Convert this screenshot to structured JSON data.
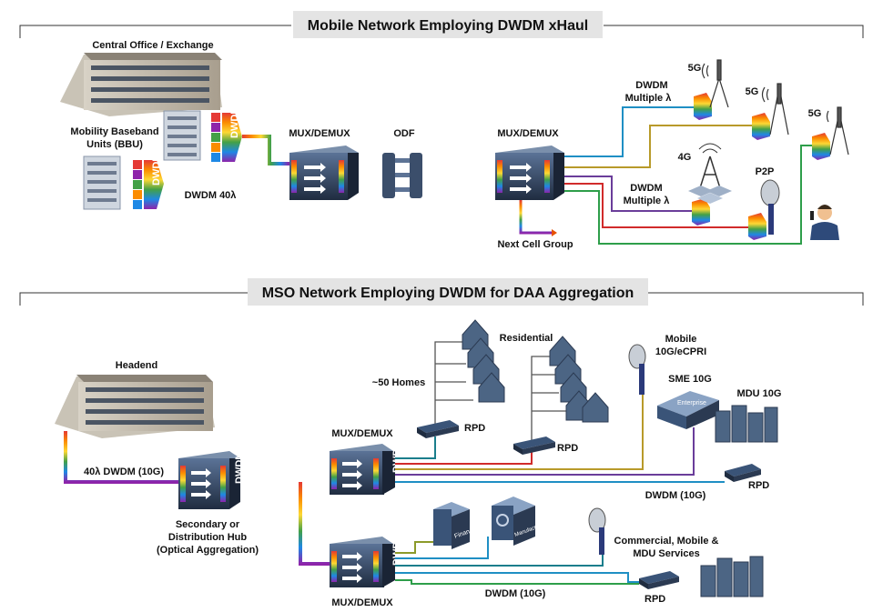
{
  "section1": {
    "title": "Mobile Network Employing DWDM xHaul",
    "labels": {
      "central_office": "Central Office / Exchange",
      "bbu_line1": "Mobility Baseband",
      "bbu_line2": "Units (BBU)",
      "dwdm_40": "DWDM 40λ",
      "mux1": "MUX/DEMUX",
      "odf": "ODF",
      "mux2": "MUX/DEMUX",
      "next_cell": "Next Cell Group",
      "dwdm_multi_top_1": "DWDM",
      "dwdm_multi_top_2": "Multiple λ",
      "dwdm_multi_mid_1": "DWDM",
      "dwdm_multi_mid_2": "Multiple λ",
      "g5_a": "5G",
      "g5_b": "5G",
      "g5_c": "5G",
      "g4": "4G",
      "p2p": "P2P",
      "dwdm_box": "DWDM"
    }
  },
  "section2": {
    "title": "MSO Network Employing DWDM for DAA Aggregation",
    "labels": {
      "headend": "Headend",
      "dwdm_40_10g": "40λ DWDM (10G)",
      "hub_line1": "Secondary or",
      "hub_line2": "Distribution Hub",
      "hub_line3": "(Optical Aggregation)",
      "hub_box": "DWDM",
      "mux_top": "MUX/DEMUX",
      "mux_bottom": "MUX/DEMUX",
      "mux_box": "DWDM",
      "residential": "Residential",
      "homes": "~50 Homes",
      "rpd1": "RPD",
      "rpd2": "RPD",
      "rpd3": "RPD",
      "rpd4": "RPD",
      "mobile_1": "Mobile",
      "mobile_2": "10G/eCPRI",
      "sme": "SME 10G",
      "mdu": "MDU 10G",
      "dwdm10g_top": "DWDM (10G)",
      "dwdm10g_bottom": "DWDM (10G)",
      "commercial_1": "Commercial, Mobile &",
      "commercial_2": "MDU Services",
      "finance": "Finance",
      "manufacture": "Manufacture",
      "enterprise": "Enterprise"
    }
  },
  "colors": {
    "box_dark": "#2b3a52",
    "box_mid": "#4a6486",
    "line_blue": "#1f8fc4",
    "line_gold": "#b89a2a",
    "line_purple": "#6a3d9a",
    "line_red": "#d12b2b",
    "line_green": "#2e9e4a",
    "line_teal": "#1b7e8c",
    "line_olive": "#8c9a2a"
  },
  "icons": [
    "building-icon",
    "server-rack-icon",
    "mux-box-icon",
    "odf-icon",
    "antenna-icon",
    "tower-icon",
    "dish-icon",
    "house-icon",
    "rpd-icon",
    "office-building-icon",
    "person-phone-icon"
  ]
}
